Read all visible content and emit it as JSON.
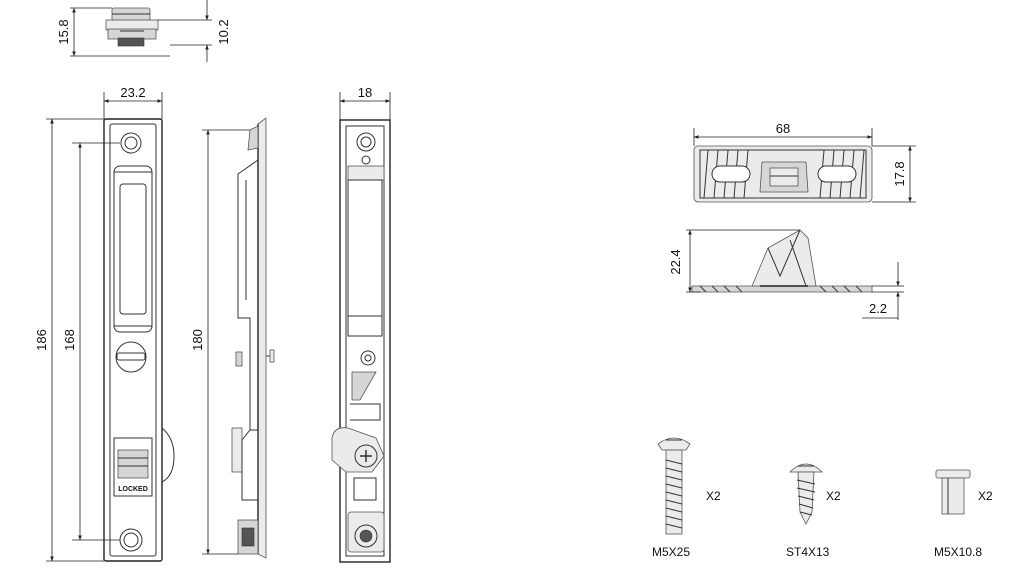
{
  "dimensions": {
    "top_height_outer": "15.8",
    "top_height_inner": "10.2",
    "front_width": "23.2",
    "front_total_height": "186",
    "front_hole_pitch": "168",
    "side_height": "180",
    "back_width": "18",
    "keeper_length": "68",
    "keeper_width": "17.8",
    "keeper_height": "22.4",
    "keeper_base_thickness": "2.2"
  },
  "stamp_text": "LOCKED",
  "screws": [
    {
      "size": "M5X25",
      "quantity": "X2"
    },
    {
      "size": "ST4X13",
      "quantity": "X2"
    },
    {
      "size": "M5X10.8",
      "quantity": "X2"
    }
  ]
}
